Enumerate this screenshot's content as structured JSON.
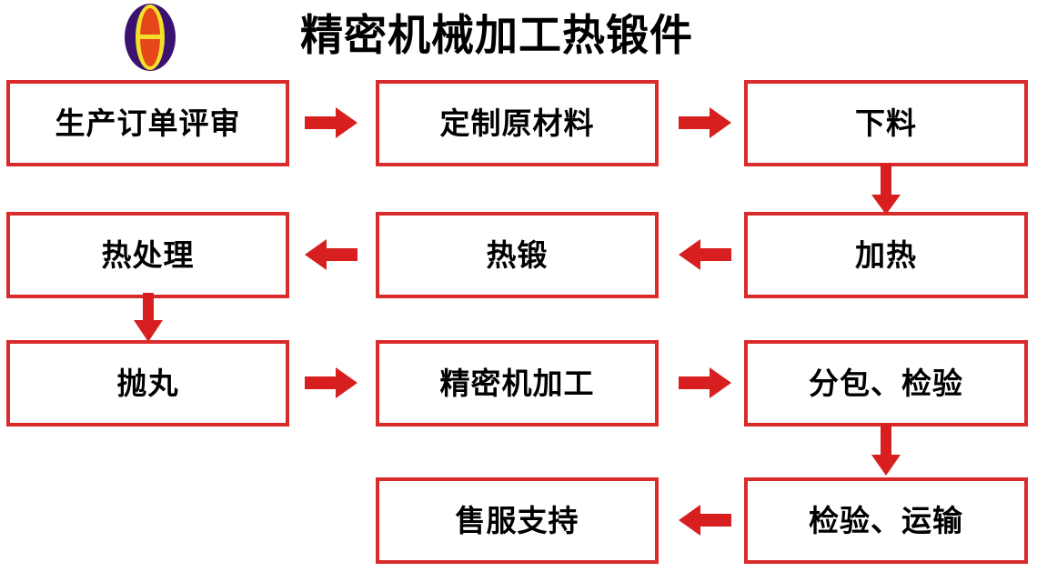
{
  "header": {
    "title": "精密机械加工热锻件",
    "logo": {
      "name": "company-logo",
      "outer_color": "#3b1270",
      "ring_color": "#f2e02a",
      "inner_color": "#e5461a"
    }
  },
  "colors": {
    "box_border": "#d92b2b",
    "arrow": "#d81f1f",
    "text": "#000000",
    "background": "#ffffff"
  },
  "flow": {
    "nodes": [
      {
        "id": "n1",
        "label": "生产订单评审",
        "row": 1,
        "col": 1
      },
      {
        "id": "n2",
        "label": "定制原材料",
        "row": 1,
        "col": 2
      },
      {
        "id": "n3",
        "label": "下料",
        "row": 1,
        "col": 3
      },
      {
        "id": "n4",
        "label": "热处理",
        "row": 2,
        "col": 1
      },
      {
        "id": "n5",
        "label": "热锻",
        "row": 2,
        "col": 2
      },
      {
        "id": "n6",
        "label": "加热",
        "row": 2,
        "col": 3
      },
      {
        "id": "n7",
        "label": "抛丸",
        "row": 3,
        "col": 1
      },
      {
        "id": "n8",
        "label": "精密机加工",
        "row": 3,
        "col": 2
      },
      {
        "id": "n9",
        "label": "分包、检验",
        "row": 3,
        "col": 3
      },
      {
        "id": "n10",
        "label": "售服支持",
        "row": 4,
        "col": 2
      },
      {
        "id": "n11",
        "label": "检验、运输",
        "row": 4,
        "col": 3
      }
    ],
    "arrows": [
      {
        "id": "a1",
        "from": "n1",
        "to": "n2",
        "direction": "right",
        "icon": "arrow-right-icon"
      },
      {
        "id": "a2",
        "from": "n2",
        "to": "n3",
        "direction": "right",
        "icon": "arrow-right-icon"
      },
      {
        "id": "a3",
        "from": "n3",
        "to": "n6",
        "direction": "down",
        "icon": "arrow-down-icon"
      },
      {
        "id": "a4",
        "from": "n6",
        "to": "n5",
        "direction": "left",
        "icon": "arrow-left-icon"
      },
      {
        "id": "a5",
        "from": "n5",
        "to": "n4",
        "direction": "left",
        "icon": "arrow-left-icon"
      },
      {
        "id": "a6",
        "from": "n4",
        "to": "n7",
        "direction": "down",
        "icon": "arrow-down-icon"
      },
      {
        "id": "a7",
        "from": "n7",
        "to": "n8",
        "direction": "right",
        "icon": "arrow-right-icon"
      },
      {
        "id": "a8",
        "from": "n8",
        "to": "n9",
        "direction": "right",
        "icon": "arrow-right-icon"
      },
      {
        "id": "a9",
        "from": "n9",
        "to": "n11",
        "direction": "down",
        "icon": "arrow-down-icon"
      },
      {
        "id": "a10",
        "from": "n11",
        "to": "n10",
        "direction": "left",
        "icon": "arrow-left-icon"
      }
    ]
  }
}
